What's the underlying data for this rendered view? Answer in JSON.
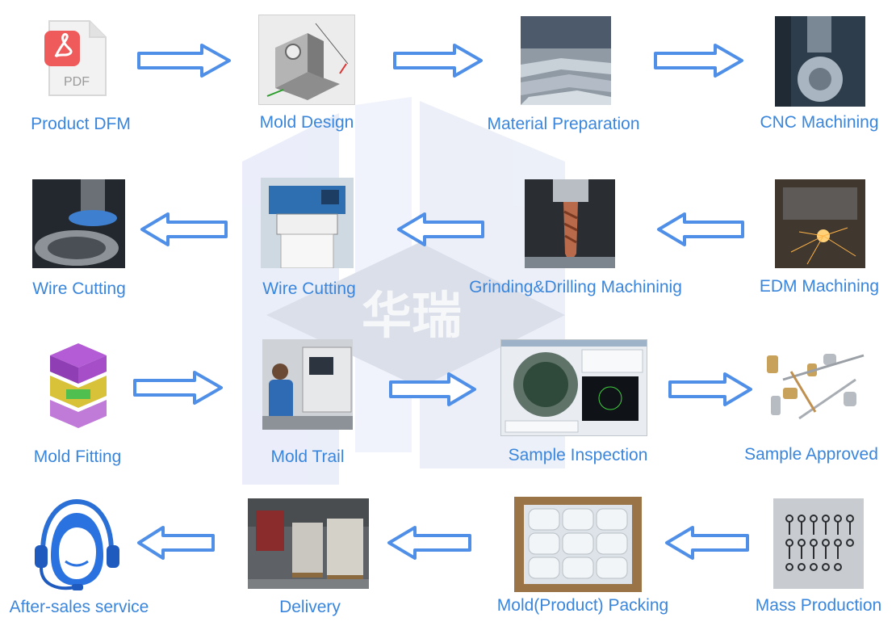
{
  "watermark": {
    "text": "华瑞"
  },
  "colors": {
    "label": "#3a86dc",
    "arrow": "#4f8fe8",
    "watermark": "#c9d3ec"
  },
  "steps": [
    {
      "label": "Product DFM",
      "icon": "pdf-file-icon",
      "file_text": "PDF"
    },
    {
      "label": "Mold Design",
      "icon": "cad-model-image"
    },
    {
      "label": "Material Preparation",
      "icon": "metal-plates-image"
    },
    {
      "label": "CNC Machining",
      "icon": "cnc-machine-image"
    },
    {
      "label": "EDM Machining",
      "icon": "edm-sparks-image"
    },
    {
      "label": "Grinding&Drilling Machininig",
      "icon": "drill-bit-image"
    },
    {
      "label": "Wire Cutting",
      "icon": "wire-cutting-machine-image"
    },
    {
      "label": "Wire Cutting",
      "icon": "grinding-wheel-image"
    },
    {
      "label": "Mold Fitting",
      "icon": "mold-3d-model-image"
    },
    {
      "label": "Mold Trail",
      "icon": "operator-at-machine-image"
    },
    {
      "label": "Sample Inspection",
      "icon": "inspection-screen-image"
    },
    {
      "label": "Sample Approved",
      "icon": "metal-parts-image"
    },
    {
      "label": "Mass Production",
      "icon": "bolts-on-board-image"
    },
    {
      "label": "Mold(Product) Packing",
      "icon": "packed-parts-box-image"
    },
    {
      "label": "Delivery",
      "icon": "pallets-truck-image"
    },
    {
      "label": "After-sales service",
      "icon": "headset-agent-icon"
    }
  ]
}
